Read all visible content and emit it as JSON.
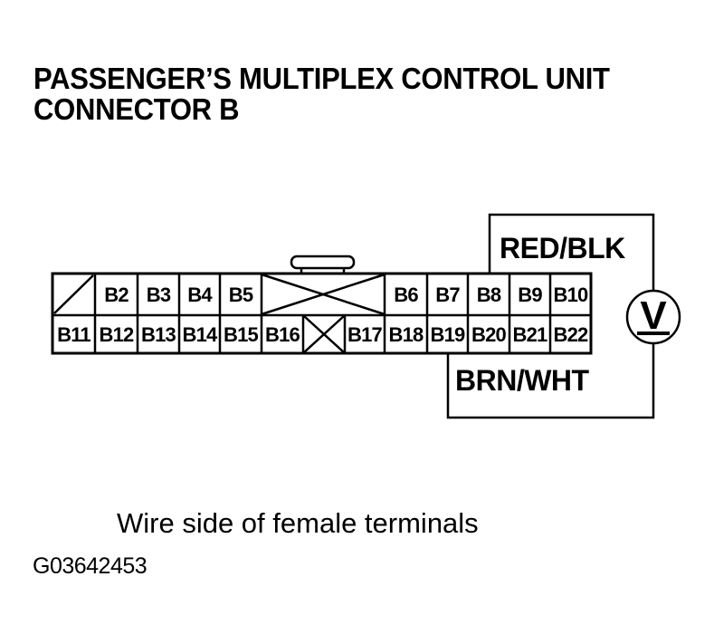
{
  "header": {
    "title_line1": "PASSENGER’S MULTIPLEX CONTROL UNIT",
    "title_line2": "CONNECTOR B"
  },
  "connector": {
    "name": "Connector B",
    "rows": 2,
    "top_row": [
      {
        "label": "",
        "type": "keyway-slash"
      },
      {
        "label": "B2",
        "type": "pin"
      },
      {
        "label": "B3",
        "type": "pin"
      },
      {
        "label": "B4",
        "type": "pin"
      },
      {
        "label": "B5",
        "type": "pin"
      },
      {
        "label": "",
        "type": "blocked-x",
        "span": 3
      },
      {
        "label": "B6",
        "type": "pin"
      },
      {
        "label": "B7",
        "type": "pin"
      },
      {
        "label": "B8",
        "type": "pin"
      },
      {
        "label": "B9",
        "type": "pin"
      },
      {
        "label": "B10",
        "type": "pin"
      }
    ],
    "bottom_row": [
      {
        "label": "B11",
        "type": "pin"
      },
      {
        "label": "B12",
        "type": "pin"
      },
      {
        "label": "B13",
        "type": "pin"
      },
      {
        "label": "B14",
        "type": "pin"
      },
      {
        "label": "B15",
        "type": "pin"
      },
      {
        "label": "B16",
        "type": "pin"
      },
      {
        "label": "",
        "type": "blocked-x",
        "span": 1
      },
      {
        "label": "B17",
        "type": "pin"
      },
      {
        "label": "B18",
        "type": "pin"
      },
      {
        "label": "B19",
        "type": "pin"
      },
      {
        "label": "B20",
        "type": "pin"
      },
      {
        "label": "B21",
        "type": "pin"
      },
      {
        "label": "B22",
        "type": "pin"
      }
    ]
  },
  "wires": {
    "red_blk": {
      "label": "RED/BLK",
      "connects_to_pin": "B8"
    },
    "brn_wht": {
      "label": "BRN/WHT",
      "connects_to_pin": "B19"
    }
  },
  "meter": {
    "symbol": "V",
    "type": "voltmeter"
  },
  "footer": {
    "caption": "Wire side of female terminals",
    "figure_id": "G03642453"
  },
  "colors": {
    "ink": "#000000",
    "paper": "#ffffff"
  }
}
